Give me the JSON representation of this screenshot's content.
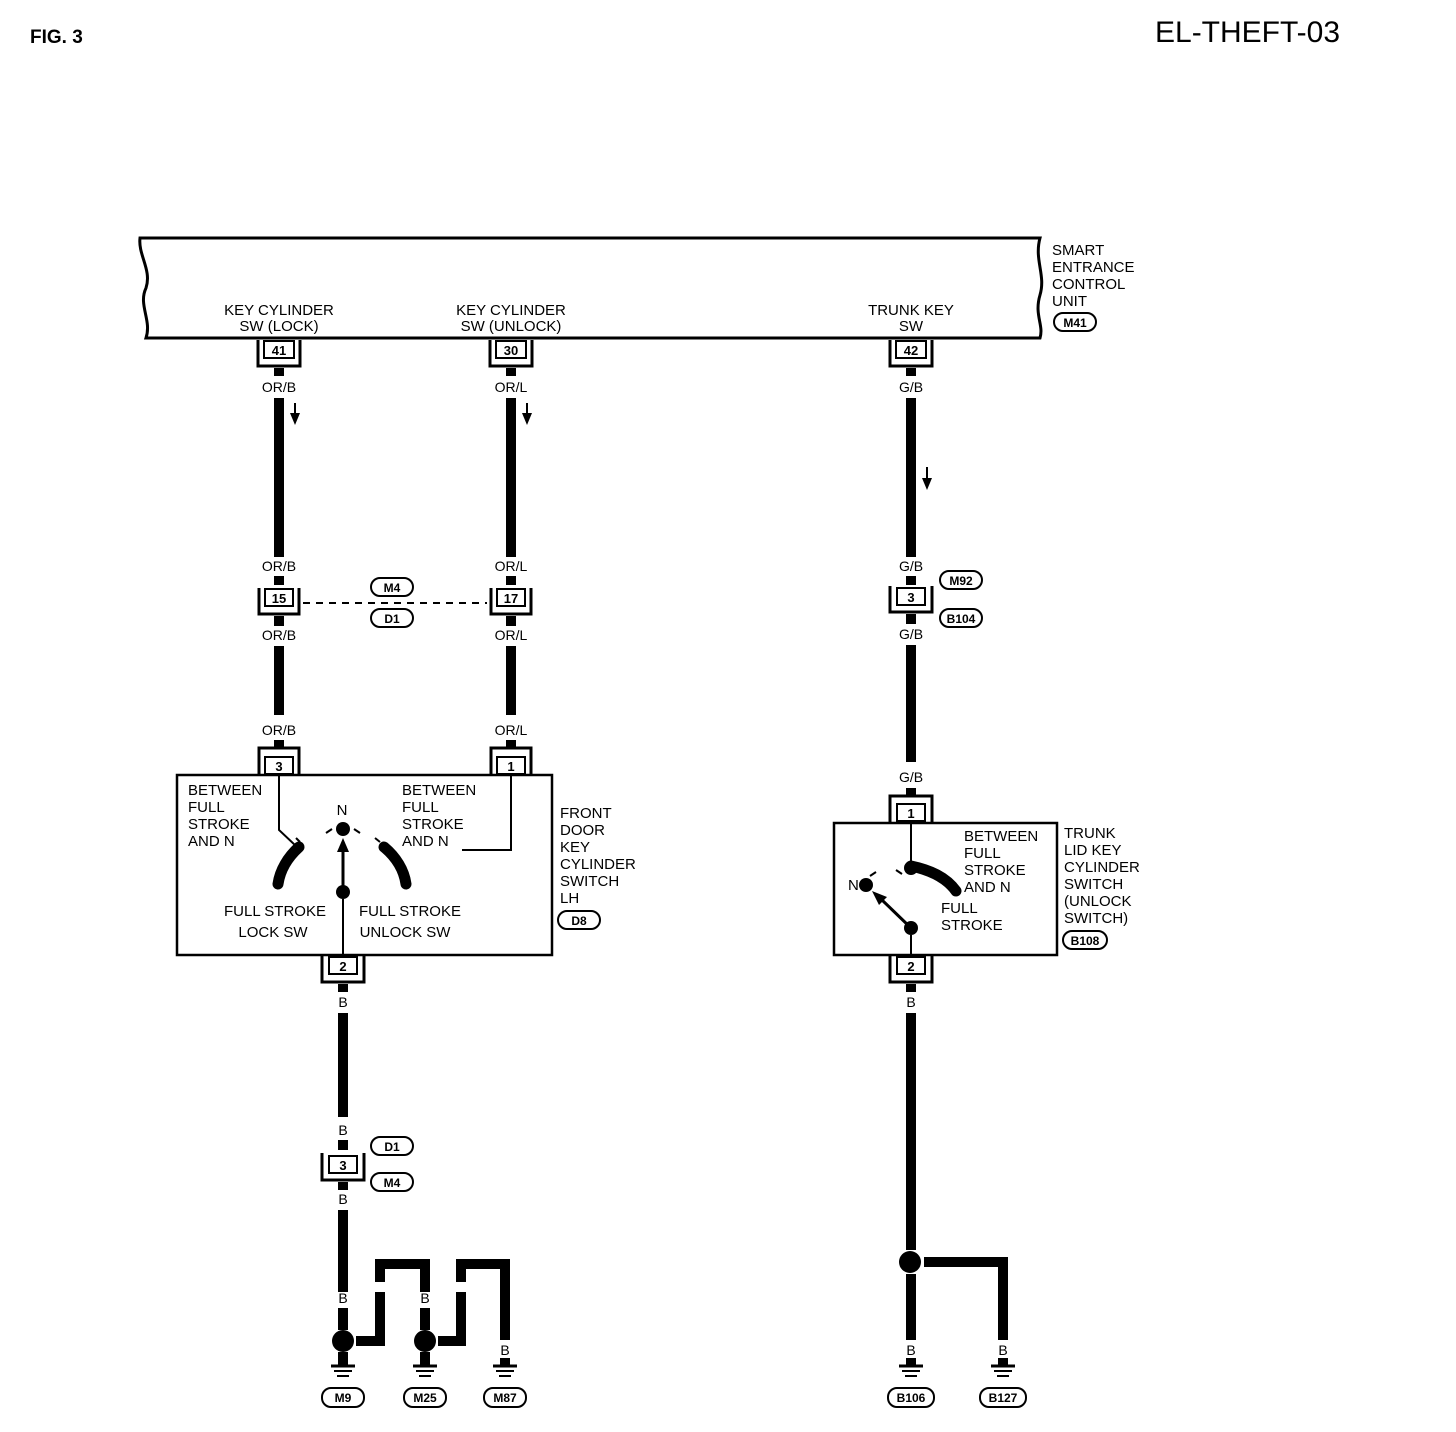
{
  "header": {
    "fig": "FIG. 3",
    "page_id": "EL-THEFT-03"
  },
  "unit": {
    "name": [
      "SMART",
      "ENTRANCE",
      "CONTROL",
      "UNIT"
    ],
    "connector": "M41",
    "terminals": [
      {
        "label": [
          "KEY CYLINDER",
          "SW (LOCK)"
        ],
        "pin": "41"
      },
      {
        "label": [
          "KEY CYLINDER",
          "SW (UNLOCK)"
        ],
        "pin": "30"
      },
      {
        "label": [
          "TRUNK KEY",
          "SW"
        ],
        "pin": "42"
      }
    ]
  },
  "wires": {
    "lock": "OR/B",
    "unlock": "OR/L",
    "trunk": "G/B",
    "ground": "B"
  },
  "joint_connectors": {
    "door_upper": {
      "pin_lock": "15",
      "pin_unlock": "17",
      "tag_top": "M4",
      "tag_bottom": "D1"
    },
    "trunk": {
      "pin": "3",
      "tag_top": "M92",
      "tag_bottom": "B104"
    },
    "door_ground": {
      "pin": "3",
      "tag_top": "D1",
      "tag_bottom": "M4"
    }
  },
  "door_switch": {
    "name": [
      "FRONT",
      "DOOR",
      "KEY",
      "CYLINDER",
      "SWITCH",
      "LH"
    ],
    "connector": "D8",
    "pins": {
      "lock": "3",
      "unlock": "1",
      "ground": "2"
    },
    "left_text": [
      "BETWEEN",
      "FULL",
      "STROKE",
      "AND N"
    ],
    "right_text": [
      "BETWEEN",
      "FULL",
      "STROKE",
      "AND N"
    ],
    "neutral": "N",
    "lock_label": [
      "FULL STROKE",
      "LOCK SW"
    ],
    "unlock_label": [
      "FULL STROKE",
      "UNLOCK SW"
    ]
  },
  "trunk_switch": {
    "name": [
      "TRUNK",
      "LID KEY",
      "CYLINDER",
      "SWITCH",
      "(UNLOCK",
      "SWITCH)"
    ],
    "connector": "B108",
    "pins": {
      "top": "1",
      "ground": "2"
    },
    "between_text": [
      "BETWEEN",
      "FULL",
      "STROKE",
      "AND N"
    ],
    "full_text": [
      "FULL",
      "STROKE"
    ],
    "neutral": "N"
  },
  "grounds": {
    "door": [
      "M9",
      "M25",
      "M87"
    ],
    "trunk": [
      "B106",
      "B127"
    ]
  }
}
